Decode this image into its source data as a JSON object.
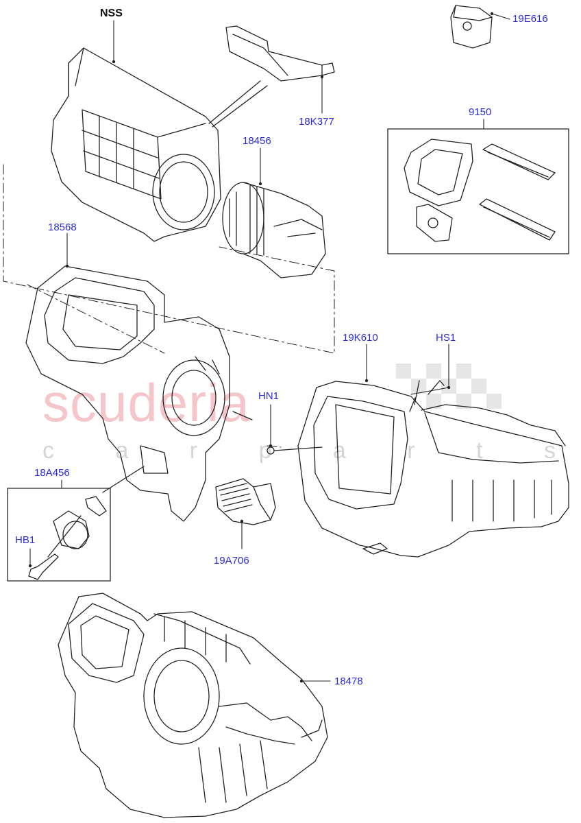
{
  "watermark": {
    "brand": "scuderia",
    "sub": "c a r p a r t s"
  },
  "callouts": [
    {
      "id": "nss",
      "label": "NSS"
    },
    {
      "id": "p18k377",
      "label": "18K377"
    },
    {
      "id": "p19e616",
      "label": "19E616"
    },
    {
      "id": "p9150",
      "label": "9150"
    },
    {
      "id": "p18456",
      "label": "18456"
    },
    {
      "id": "p18568",
      "label": "18568"
    },
    {
      "id": "p19k610",
      "label": "19K610"
    },
    {
      "id": "hs1",
      "label": "HS1"
    },
    {
      "id": "hn1",
      "label": "HN1"
    },
    {
      "id": "p18a456",
      "label": "18A456"
    },
    {
      "id": "hb1",
      "label": "HB1"
    },
    {
      "id": "p19a706",
      "label": "19A706"
    },
    {
      "id": "p18478",
      "label": "18478"
    }
  ],
  "colors": {
    "callout_text": "#2a2ad8",
    "nss_text": "#111111",
    "line": "#222222",
    "watermark": "#f4c6c9"
  }
}
